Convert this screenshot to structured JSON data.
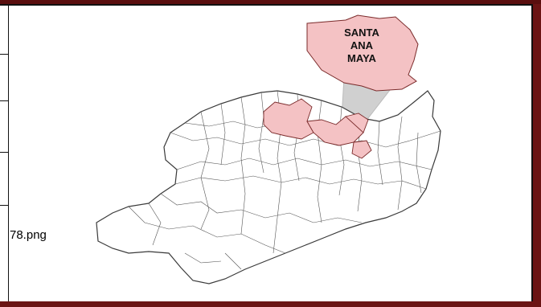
{
  "file": {
    "name": "78.png"
  },
  "map": {
    "highlight_label_lines": [
      "SANTA",
      "ANA",
      "MAYA"
    ],
    "colors": {
      "highlight_fill": "#f4c2c4",
      "highlight_stroke": "#7a2a2a",
      "region_fill": "#ffffff",
      "region_stroke": "#3a3a3a",
      "callout": "#cfcfcf",
      "frame": "#6b1414"
    }
  }
}
